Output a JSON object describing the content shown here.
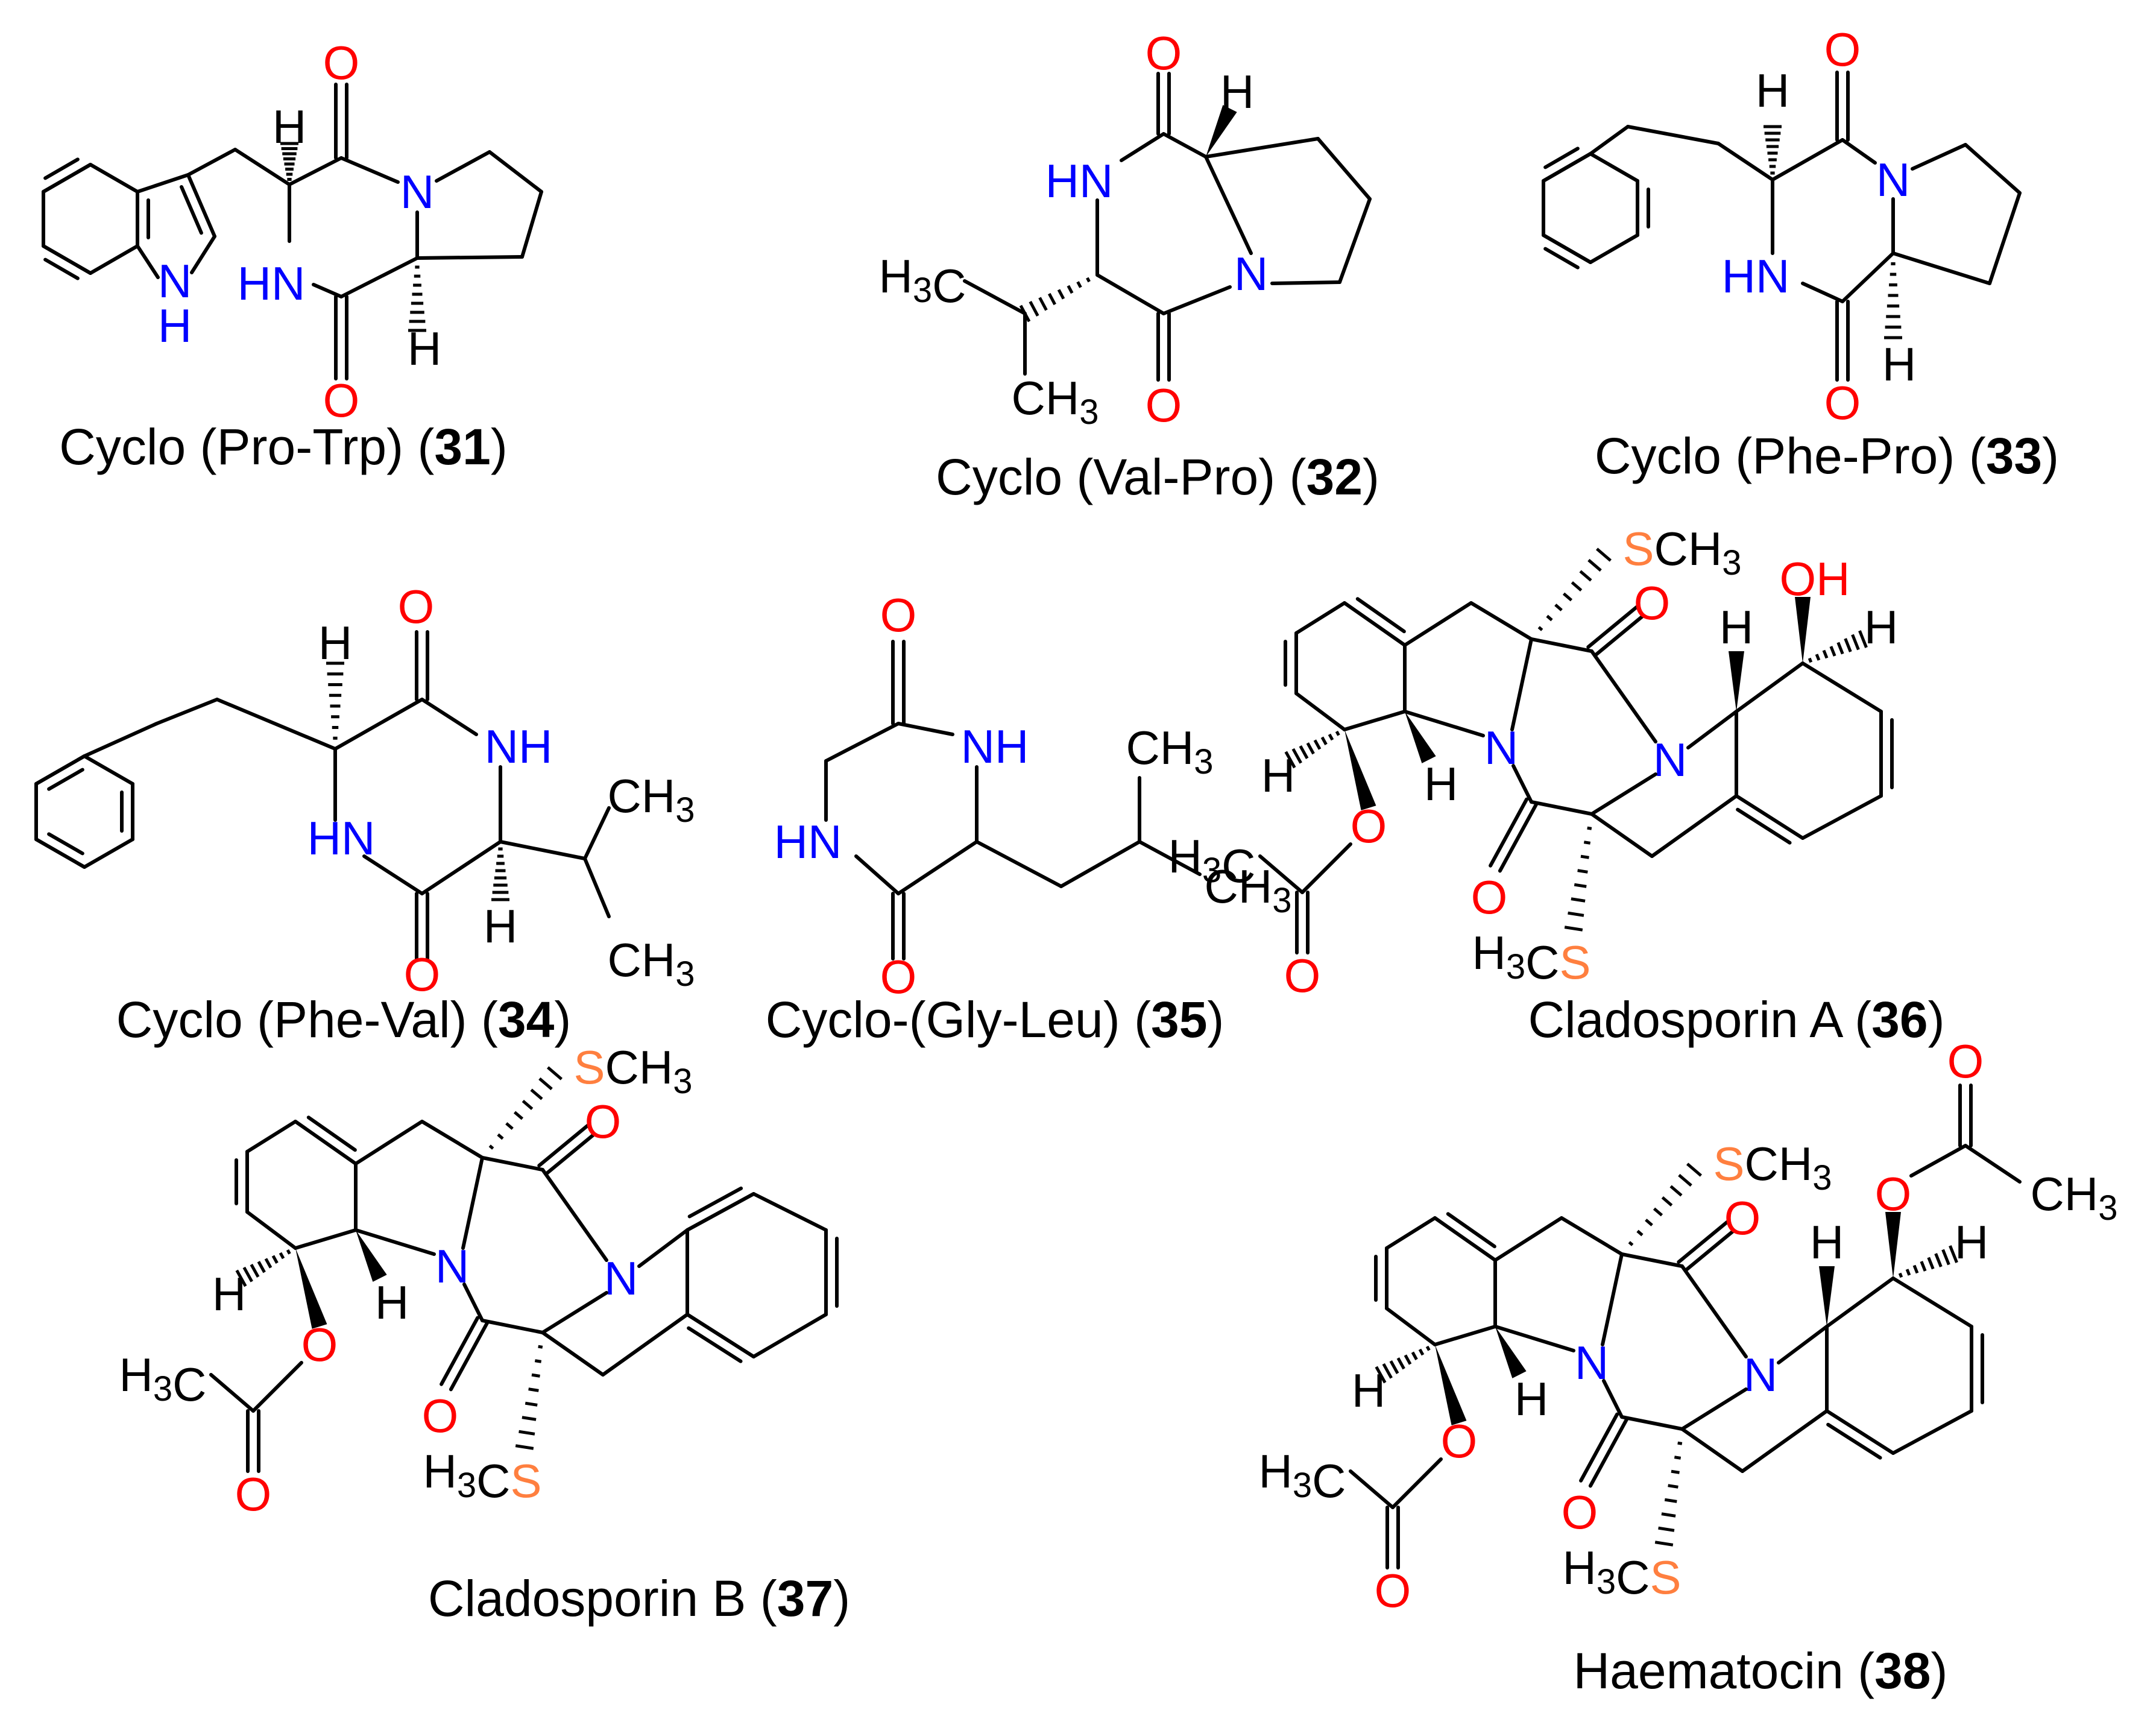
{
  "colors": {
    "oxygen": "#ff0000",
    "nitrogen": "#0000ff",
    "sulfur": "#ff7f3f",
    "carbon": "#000000"
  },
  "compounds": [
    {
      "name": "Cyclo (Pro-Trp) (",
      "number": "31",
      "close": ")"
    },
    {
      "name": "Cyclo (Val-Pro) (",
      "number": "32",
      "close": ")"
    },
    {
      "name": "Cyclo (Phe-Pro) (",
      "number": "33",
      "close": ")"
    },
    {
      "name": "Cyclo (Phe-Val) (",
      "number": "34",
      "close": ")"
    },
    {
      "name": "Cyclo-(Gly-Leu) (",
      "number": "35",
      "close": ")"
    },
    {
      "name": "Cladosporin A (",
      "number": "36",
      "close": ")"
    },
    {
      "name": "Cladosporin B (",
      "number": "37",
      "close": ")"
    },
    {
      "name": "Haematocin (",
      "number": "38",
      "close": ")"
    }
  ],
  "atoms": {
    "O": "O",
    "N": "N",
    "HN": "HN",
    "NH": "NH",
    "H": "H",
    "S": "S",
    "C": "C",
    "CH": "CH",
    "OH": "OH",
    "three": "3"
  }
}
